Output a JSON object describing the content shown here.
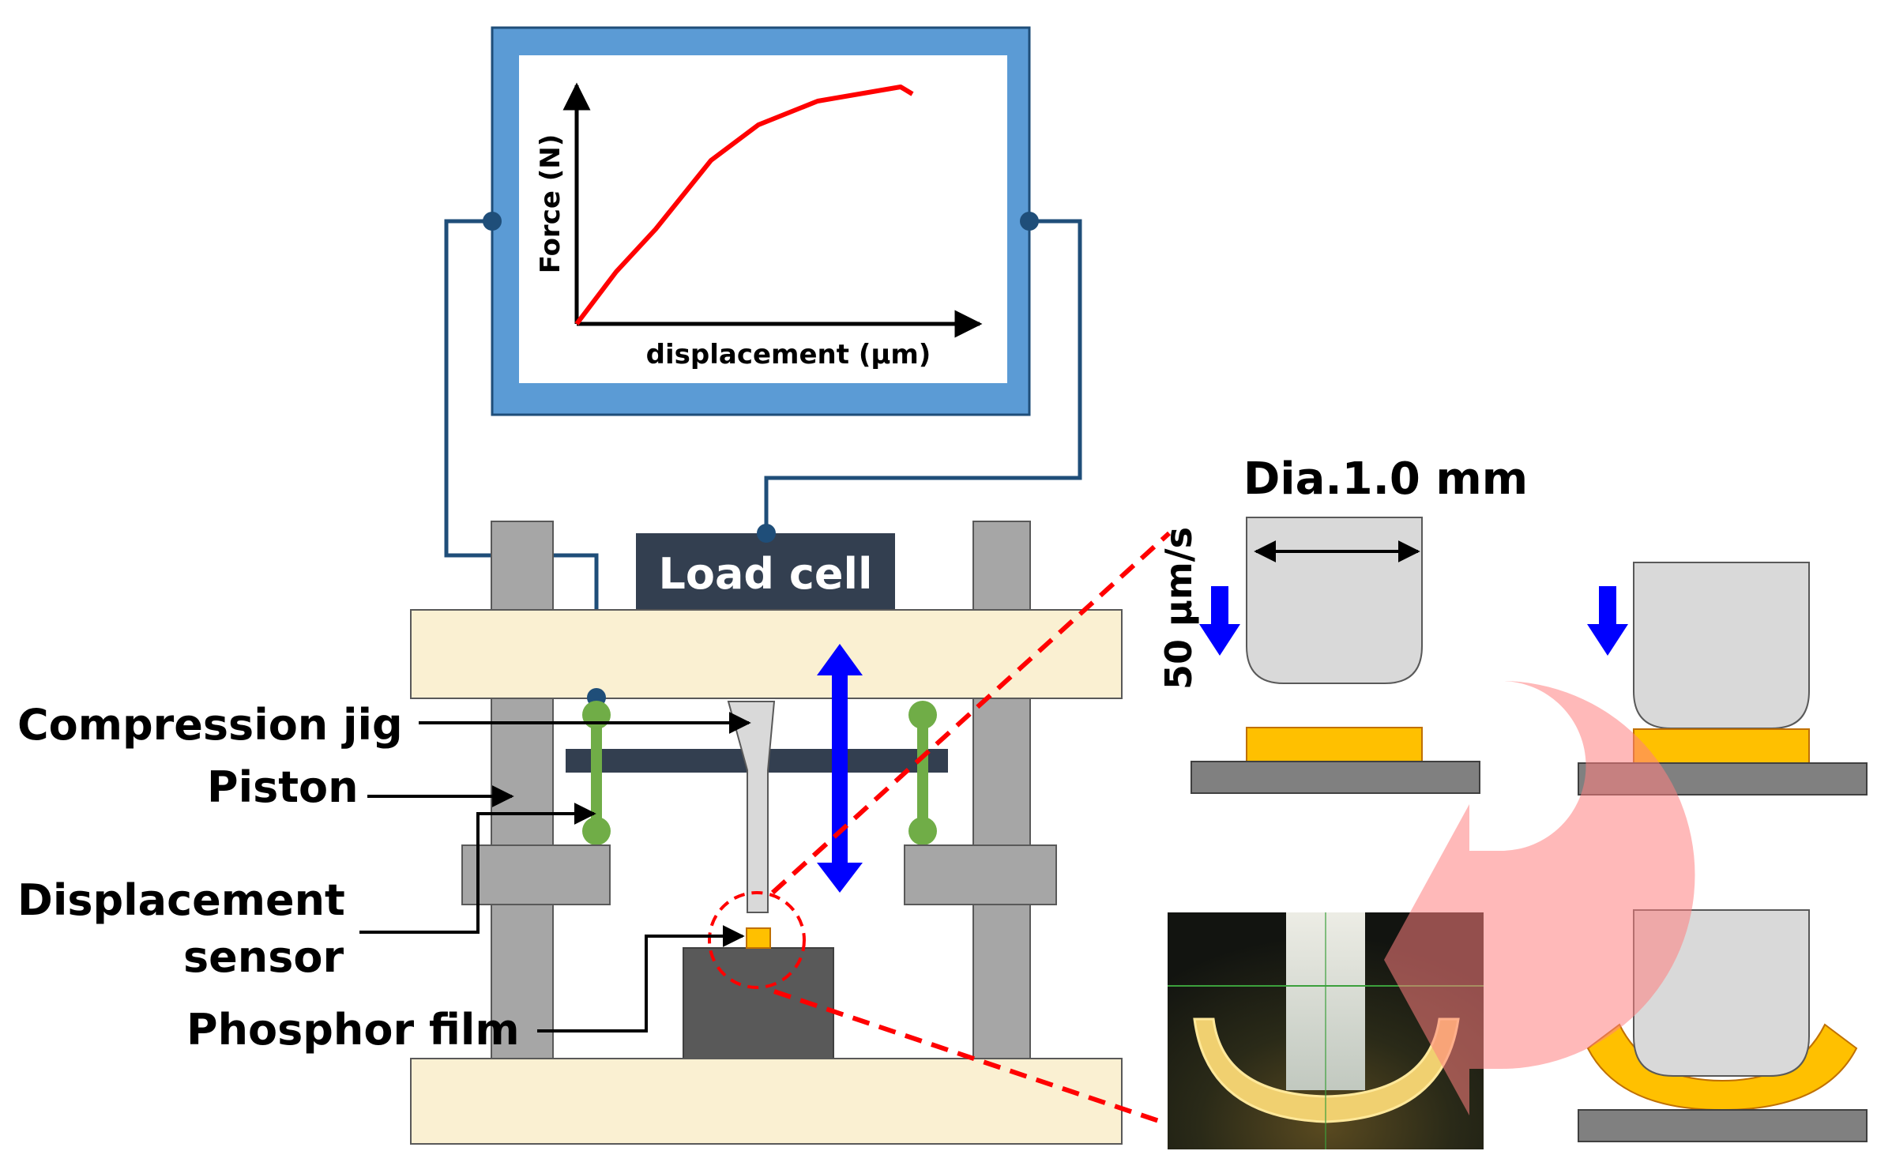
{
  "monitor": {
    "y_axis_label": "Force (N)",
    "x_axis_label": "displacement (μm)",
    "curve_points": [
      [
        0,
        0
      ],
      [
        0.1,
        0.22
      ],
      [
        0.2,
        0.4
      ],
      [
        0.34,
        0.69
      ],
      [
        0.46,
        0.84
      ],
      [
        0.61,
        0.94
      ],
      [
        0.82,
        1.0
      ],
      [
        0.85,
        0.97
      ]
    ]
  },
  "apparatus": {
    "load_cell_label": "Load cell",
    "labels": {
      "compression_jig": "Compression jig",
      "piston": "Piston",
      "displacement_sensor_line1": "Displacement",
      "displacement_sensor_line2": "sensor",
      "phosphor_film": "Phosphor film"
    }
  },
  "detail": {
    "diameter_label": "Dia.1.0 mm",
    "speed_label": "50 μm/s"
  },
  "colors": {
    "frame_blue": "#5b9bd5",
    "wire": "#1f4e79",
    "plate": "#faf0d2",
    "column": "#a6a6a6",
    "load_cell": "#333f50",
    "spring": "#70ad47",
    "arrow_blue": "#0000ff",
    "curve_red": "#ff0000",
    "film": "#ffc000",
    "return_arrow": "#ff8080"
  }
}
